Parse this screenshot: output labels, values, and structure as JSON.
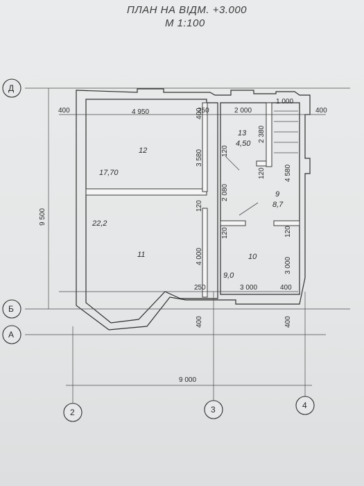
{
  "title": {
    "line1": "ПЛАН НА ВІДМ. +3.000",
    "line2": "М 1:100"
  },
  "axes": {
    "row_d": "Д",
    "row_b": "Б",
    "row_a": "А",
    "col_2": "2",
    "col_3": "3",
    "col_4": "4"
  },
  "rooms": [
    {
      "number": "12",
      "area": "17,70"
    },
    {
      "number": "11",
      "area": "22,2"
    },
    {
      "number": "13",
      "area": "4,50"
    },
    {
      "number": "9",
      "area": "8,7"
    },
    {
      "number": "10",
      "area": "9,0"
    }
  ],
  "dimensions": {
    "top_400_left": "400",
    "top_4950": "4 950",
    "top_250": "250",
    "top_2000": "2 000",
    "top_1000": "1 000",
    "top_400_right": "400",
    "overall_height": "9 500",
    "overall_width": "9 000",
    "d_400_v": "400",
    "d_3580": "3 580",
    "d_120_a": "120",
    "d_2080": "2 080",
    "d_120_b": "120",
    "d_4000": "4 000",
    "d_2380": "2 380",
    "d_120_c": "120",
    "d_4580": "4 580",
    "d_120_d": "120",
    "d_120_e": "120",
    "d_3000_v": "3 000",
    "bottom_250": "250",
    "bottom_3000": "3 000",
    "bottom_400": "400",
    "bottom_400_left_v": "400",
    "bottom_400_right_v": "400"
  }
}
